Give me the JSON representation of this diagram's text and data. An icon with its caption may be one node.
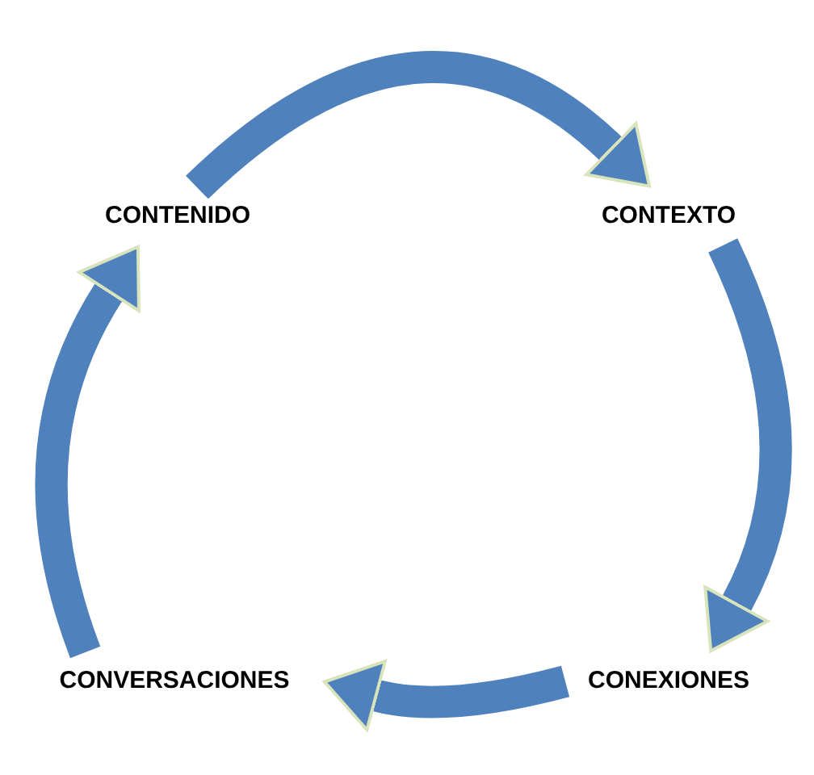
{
  "diagram": {
    "nodes": [
      {
        "text": [
          "CONTENIDO"
        ]
      },
      {
        "text": [
          "CONTEXTO"
        ]
      },
      {
        "text": [
          "CONEXIONES"
        ]
      },
      {
        "text": [
          "CONVERSACIONES"
        ]
      }
    ],
    "edges": [
      {
        "from": 0,
        "to": 1,
        "arrow": "to"
      },
      {
        "from": 1,
        "to": 2,
        "arrow": "to"
      },
      {
        "from": 2,
        "to": 3,
        "arrow": "to"
      },
      {
        "from": 3,
        "to": 0,
        "arrow": "to"
      }
    ]
  }
}
